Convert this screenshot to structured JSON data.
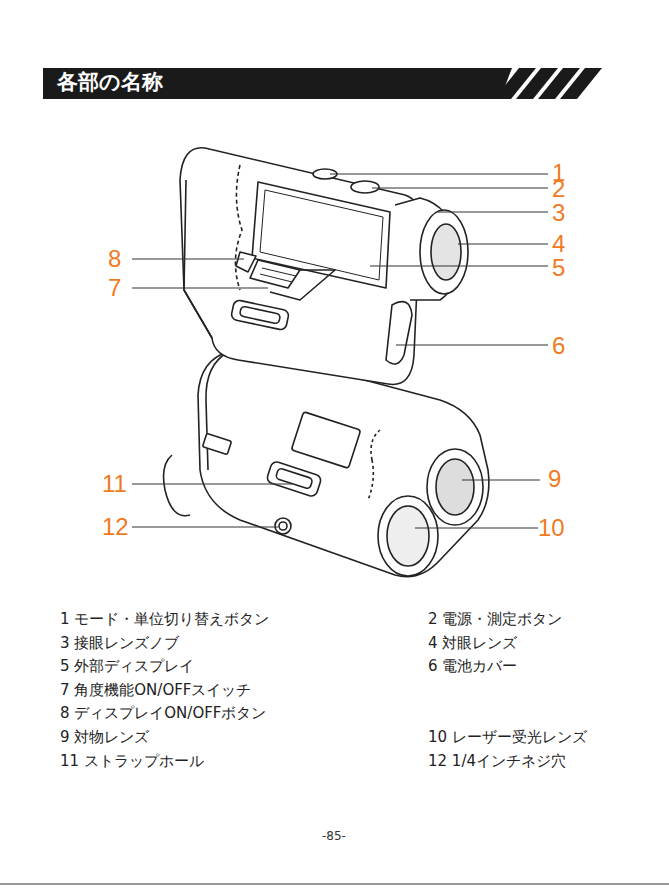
{
  "diagram": {
    "title": "各部の名称",
    "labels": [
      "1",
      "2",
      "3",
      "4",
      "5",
      "6",
      "8",
      "7",
      "11",
      "12",
      "9",
      "10",
      "1 モード・単位切り替えボタン",
      "2 電源・測定ボタン",
      "3 接眼レンズノブ",
      "4 対眼レンズ",
      "5 外部ディスプレイ",
      "6 電池カバー",
      "7 角度機能ON/OFFスイッチ",
      "8 ディスプレイON/OFFボタン",
      "9 対物レンズ",
      "10 レーザー受光レンズ",
      "11 ストラップホール",
      "12 1/4インチネジ穴",
      "-85-"
    ]
  }
}
